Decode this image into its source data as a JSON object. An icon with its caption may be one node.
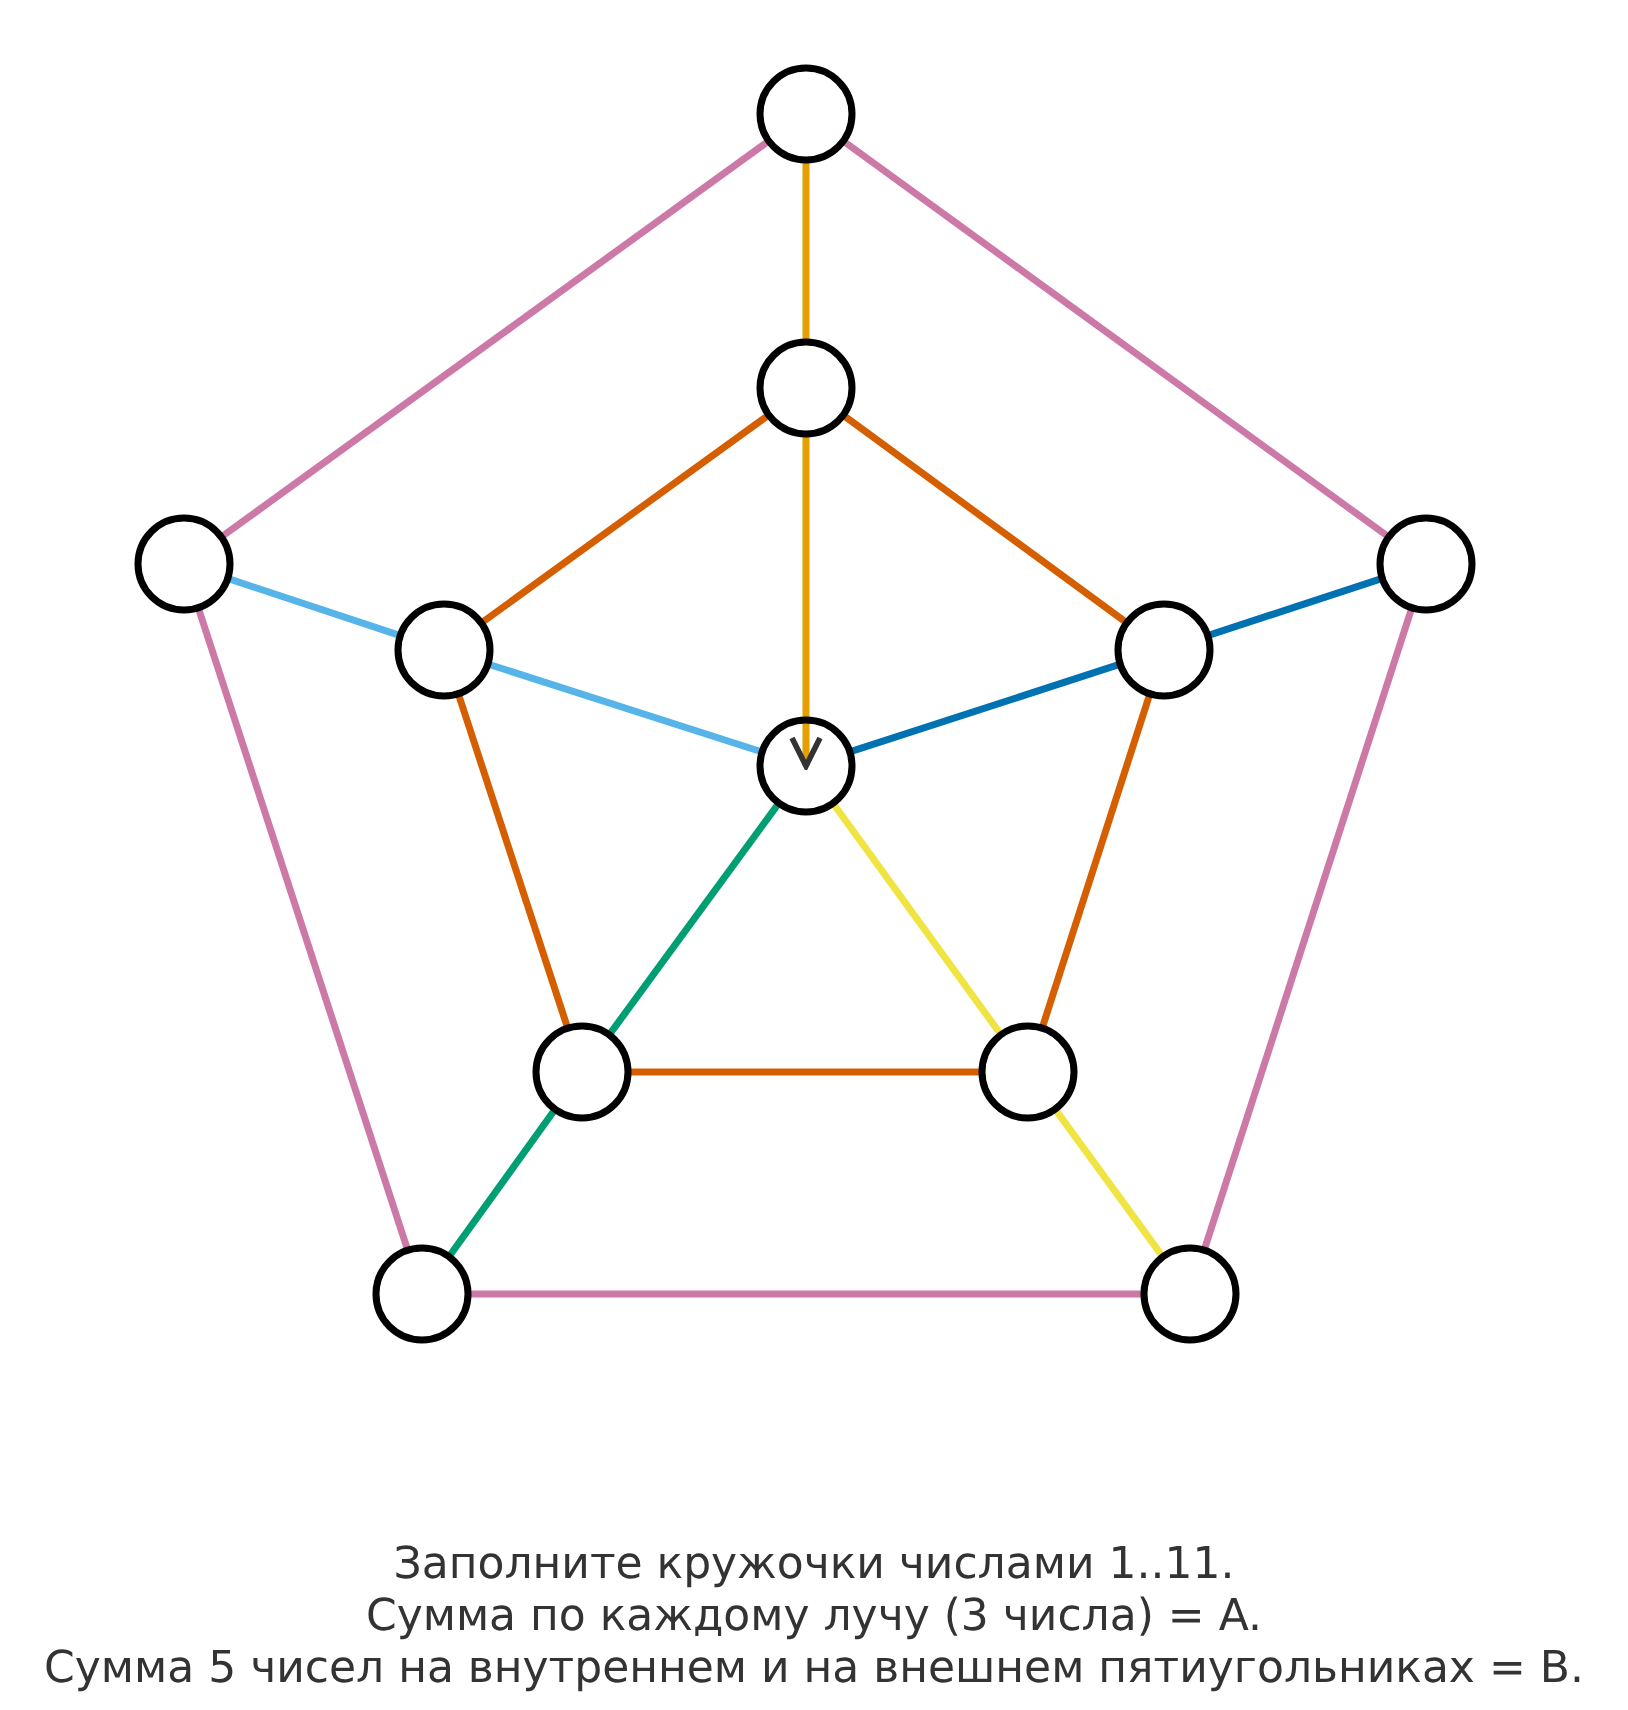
{
  "diagram": {
    "caption": "Заполните кружочки числами 1..11. Сумма по каждому лучу (3 числа) = A. Сумма 5 чисел на внутреннем и на внешнем пятиугольниках = B.",
    "nodes": [
      {
        "text": [],
        "shape": "circle"
      },
      {
        "text": [],
        "shape": "circle"
      },
      {
        "text": [],
        "shape": "circle"
      },
      {
        "text": [],
        "shape": "circle"
      },
      {
        "text": [],
        "shape": "circle"
      },
      {
        "text": [],
        "shape": "circle"
      },
      {
        "text": [],
        "shape": "circle"
      },
      {
        "text": [],
        "shape": "circle"
      },
      {
        "text": [],
        "shape": "circle"
      },
      {
        "text": [],
        "shape": "circle"
      },
      {
        "text": [],
        "shape": "circle"
      }
    ],
    "edges": [
      {
        "from": 0,
        "to": 3,
        "arrow": "none",
        "color": "#cc79a7"
      },
      {
        "from": 3,
        "to": 10,
        "arrow": "none",
        "color": "#cc79a7"
      },
      {
        "from": 10,
        "to": 9,
        "arrow": "none",
        "color": "#cc79a7"
      },
      {
        "from": 9,
        "to": 2,
        "arrow": "none",
        "color": "#cc79a7"
      },
      {
        "from": 2,
        "to": 0,
        "arrow": "none",
        "color": "#cc79a7"
      },
      {
        "from": 1,
        "to": 5,
        "arrow": "none",
        "color": "#d55e00"
      },
      {
        "from": 5,
        "to": 8,
        "arrow": "none",
        "color": "#d55e00"
      },
      {
        "from": 8,
        "to": 7,
        "arrow": "none",
        "color": "#d55e00"
      },
      {
        "from": 7,
        "to": 4,
        "arrow": "none",
        "color": "#d55e00"
      },
      {
        "from": 4,
        "to": 1,
        "arrow": "none",
        "color": "#d55e00"
      },
      {
        "from": 0,
        "to": 1,
        "arrow": "none",
        "color": "#e69f00"
      },
      {
        "from": 1,
        "to": 6,
        "arrow": "to",
        "color": "#e69f00"
      },
      {
        "from": 2,
        "to": 4,
        "arrow": "none",
        "color": "#56b4e9"
      },
      {
        "from": 4,
        "to": 6,
        "arrow": "none",
        "color": "#56b4e9"
      },
      {
        "from": 3,
        "to": 5,
        "arrow": "none",
        "color": "#0072b2"
      },
      {
        "from": 5,
        "to": 6,
        "arrow": "none",
        "color": "#0072b2"
      },
      {
        "from": 9,
        "to": 7,
        "arrow": "none",
        "color": "#009e73"
      },
      {
        "from": 7,
        "to": 6,
        "arrow": "none",
        "color": "#009e73"
      },
      {
        "from": 10,
        "to": 8,
        "arrow": "none",
        "color": "#f0e442"
      },
      {
        "from": 8,
        "to": 6,
        "arrow": "none",
        "color": "#f0e442"
      }
    ]
  }
}
